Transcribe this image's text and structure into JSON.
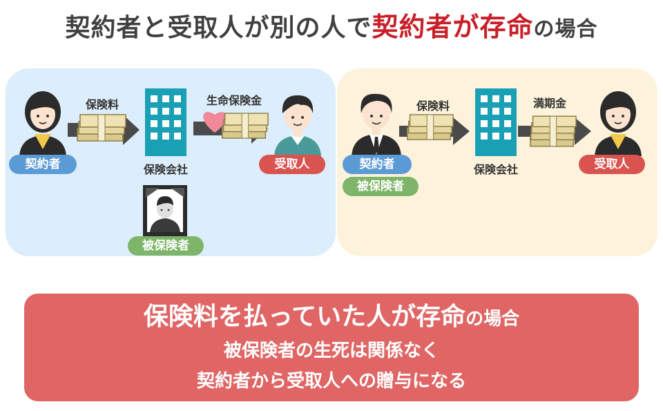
{
  "title": {
    "part1": "契約者と受取人が別の人で",
    "accent": "契約者が存命",
    "part2": "の場合"
  },
  "left_panel": {
    "contractor_label": "契約者",
    "premium_label": "保険料",
    "company_label": "保険会社",
    "payout_label": "生命保険金",
    "recipient_label": "受取人",
    "insured_label": "被保険者"
  },
  "right_panel": {
    "contractor_label": "契約者",
    "insured_label": "被保険者",
    "premium_label": "保険料",
    "company_label": "保険会社",
    "payout_label": "満期金",
    "recipient_label": "受取人"
  },
  "bottom": {
    "line1_main": "保険料を払っていた人が存命",
    "line1_small": "の場合",
    "line2": "被保険者の生死は関係なく",
    "line3": "契約者から受取人への贈与になる"
  },
  "colors": {
    "accent": "#c8202a",
    "banner": "#e06666",
    "pill_blue": "#5b9bd5",
    "pill_green": "#7fb56a",
    "pill_red": "#d9534f",
    "building": "#1aa0b4"
  },
  "icons": [
    "woman-icon",
    "man-icon",
    "money-icon",
    "heart-icon",
    "building-icon",
    "arrow-icon",
    "memorial-photo-icon"
  ]
}
